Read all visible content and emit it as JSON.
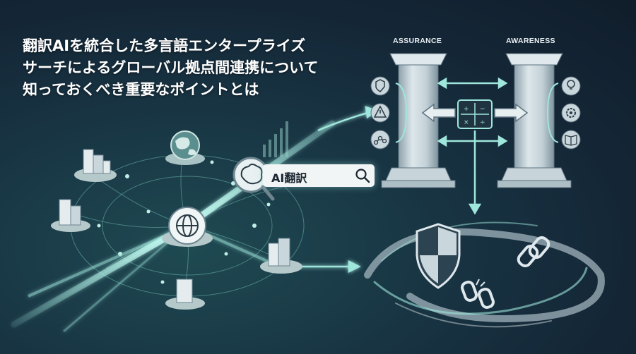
{
  "headline": {
    "line1": "翻訳AIを統合した多言語エンタープライズ",
    "line2": "サーチによるグローバル拠点間連携について",
    "line3": "知っておくべき重要なポイントとは"
  },
  "pillars": {
    "left_label": "ASSURANCE",
    "right_label": "AWARENESS"
  },
  "search": {
    "text": "AI翻訳"
  },
  "colors": {
    "bg_dark": "#142636",
    "glow": "#9fe6dc",
    "pillar": "#c9d6dc",
    "icon_stroke": "#2a3a44"
  }
}
